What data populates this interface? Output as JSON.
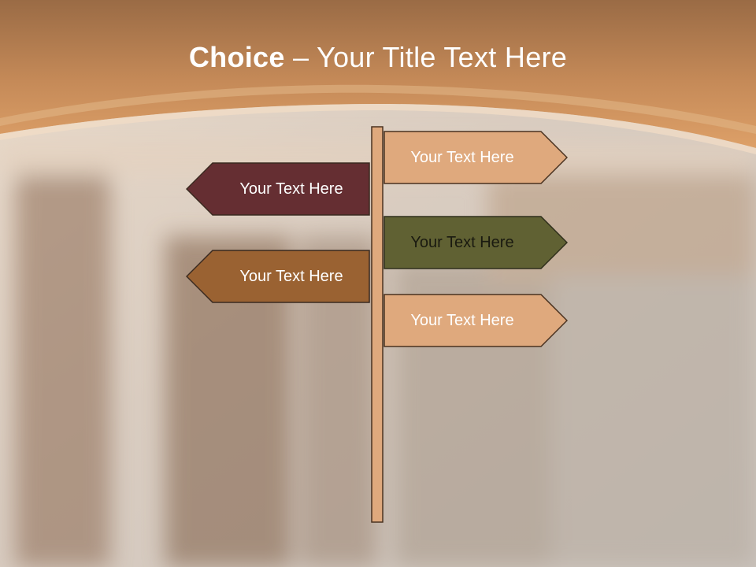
{
  "title": {
    "bold": "Choice",
    "rest": " – Your Title Text Here"
  },
  "signs": [
    {
      "label": "Your Text Here",
      "direction": "right",
      "fill": "#DFA97D",
      "text_color": "#ffffff"
    },
    {
      "label": "Your Text Here",
      "direction": "left",
      "fill": "#652E32",
      "text_color": "#ffffff"
    },
    {
      "label": "Your Text Here",
      "direction": "right",
      "fill": "#606133",
      "text_color": "#1a1a10"
    },
    {
      "label": "Your Text Here",
      "direction": "left",
      "fill": "#9A6232",
      "text_color": "#ffffff"
    },
    {
      "label": "Your Text Here",
      "direction": "right",
      "fill": "#DFA97D",
      "text_color": "#ffffff"
    }
  ],
  "colors": {
    "header": "#C98A52",
    "pole": "#DFA97D",
    "outline": "#4A3220",
    "background": "#C9BDB2"
  }
}
